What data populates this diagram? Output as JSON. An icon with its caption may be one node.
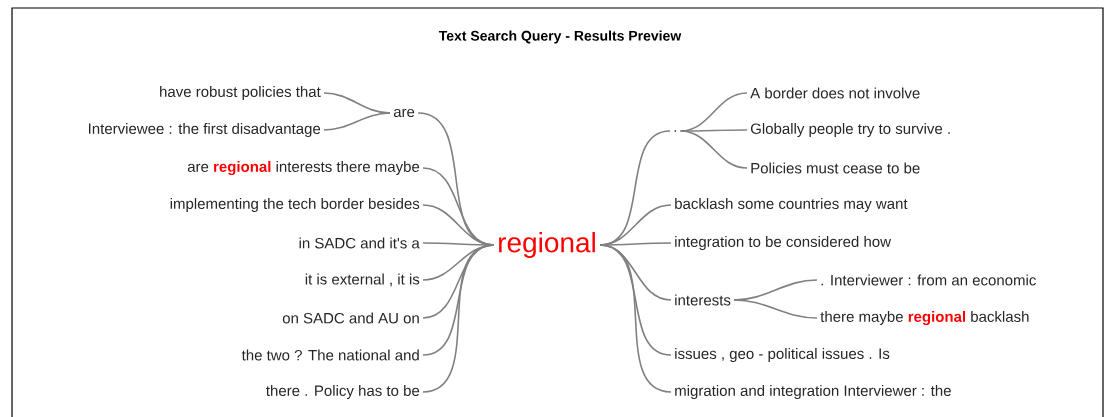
{
  "diagram": {
    "title": "Text Search Query - Results Preview",
    "nodes": [
      {
        "text": [
          "regional"
        ]
      },
      {
        "text": [
          "are"
        ]
      },
      {
        "text": [
          "have robust policies that"
        ]
      },
      {
        "text": [
          "Interviewee : the first disadvantage"
        ]
      },
      {
        "text": [
          "are **regional** interests there maybe"
        ]
      },
      {
        "text": [
          "implementing the tech border besides"
        ]
      },
      {
        "text": [
          "in SADC and it's a"
        ]
      },
      {
        "text": [
          "it is external , it is"
        ]
      },
      {
        "text": [
          "on SADC and AU on"
        ]
      },
      {
        "text": [
          "the two ? The national and"
        ]
      },
      {
        "text": [
          "there . Policy has to be"
        ]
      },
      {
        "text": [
          "."
        ]
      },
      {
        "text": [
          "A border does not involve"
        ]
      },
      {
        "text": [
          "Globally people try to survive ."
        ]
      },
      {
        "text": [
          "Policies must cease to be"
        ]
      },
      {
        "text": [
          "backlash some countries may want"
        ]
      },
      {
        "text": [
          "integration to be considered how"
        ]
      },
      {
        "text": [
          "interests"
        ]
      },
      {
        "text": [
          ". Interviewer : from an economic"
        ]
      },
      {
        "text": [
          "there maybe **regional** backlash"
        ]
      },
      {
        "text": [
          "issues , geo - political issues . Is"
        ]
      },
      {
        "text": [
          "migration and integration Interviewer : the"
        ]
      }
    ],
    "edges": [
      {
        "from": 2,
        "to": 1,
        "arrow": "none"
      },
      {
        "from": 3,
        "to": 1,
        "arrow": "none"
      },
      {
        "from": 1,
        "to": 0,
        "arrow": "none"
      },
      {
        "from": 4,
        "to": 0,
        "arrow": "none"
      },
      {
        "from": 5,
        "to": 0,
        "arrow": "none"
      },
      {
        "from": 6,
        "to": 0,
        "arrow": "none"
      },
      {
        "from": 7,
        "to": 0,
        "arrow": "none"
      },
      {
        "from": 8,
        "to": 0,
        "arrow": "none"
      },
      {
        "from": 9,
        "to": 0,
        "arrow": "none"
      },
      {
        "from": 10,
        "to": 0,
        "arrow": "none"
      },
      {
        "from": 0,
        "to": 11,
        "arrow": "none"
      },
      {
        "from": 11,
        "to": 12,
        "arrow": "none"
      },
      {
        "from": 11,
        "to": 13,
        "arrow": "none"
      },
      {
        "from": 11,
        "to": 14,
        "arrow": "none"
      },
      {
        "from": 0,
        "to": 15,
        "arrow": "none"
      },
      {
        "from": 0,
        "to": 16,
        "arrow": "none"
      },
      {
        "from": 0,
        "to": 17,
        "arrow": "none"
      },
      {
        "from": 17,
        "to": 18,
        "arrow": "none"
      },
      {
        "from": 17,
        "to": 19,
        "arrow": "none"
      },
      {
        "from": 0,
        "to": 20,
        "arrow": "none"
      },
      {
        "from": 0,
        "to": 21,
        "arrow": "none"
      }
    ]
  }
}
